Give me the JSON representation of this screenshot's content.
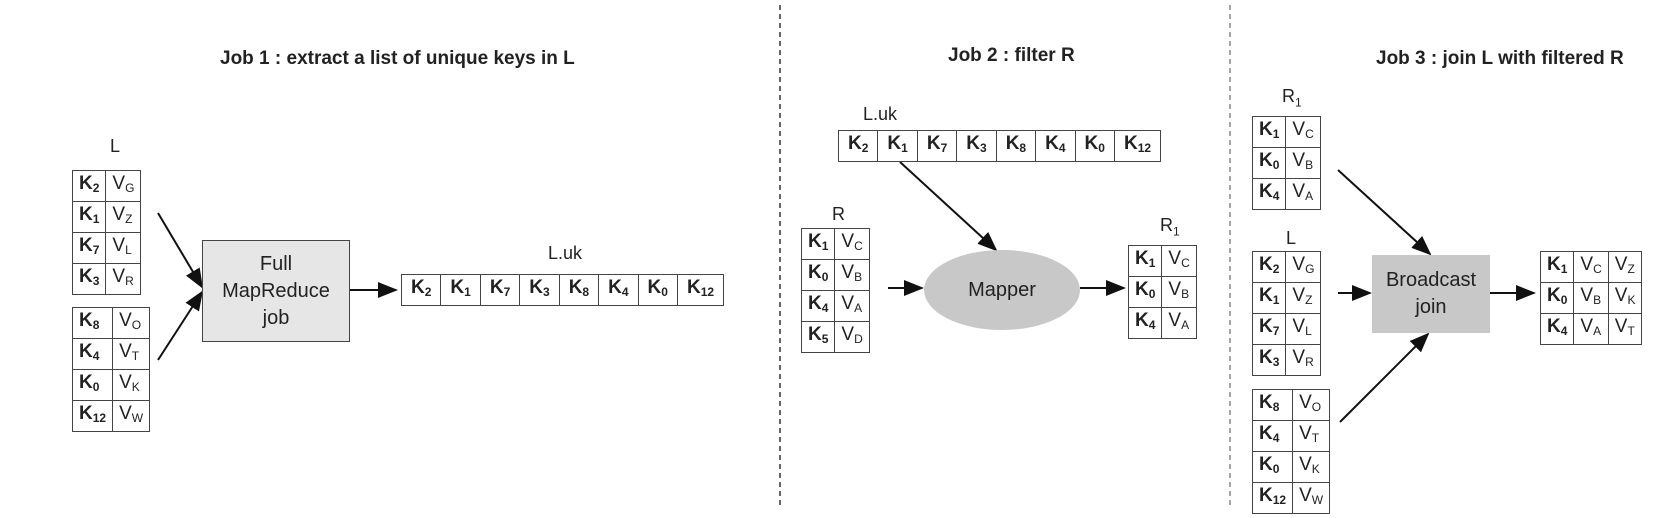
{
  "job1": {
    "title": "Job 1 : extract a list of unique keys in L",
    "table_L_label": "L",
    "table_L_top": [
      [
        "K",
        "2",
        "V",
        "G"
      ],
      [
        "K",
        "1",
        "V",
        "Z"
      ],
      [
        "K",
        "7",
        "V",
        "L"
      ],
      [
        "K",
        "3",
        "V",
        "R"
      ]
    ],
    "table_L_bottom": [
      [
        "K",
        "8",
        "V",
        "O"
      ],
      [
        "K",
        "4",
        "V",
        "T"
      ],
      [
        "K",
        "0",
        "V",
        "K"
      ],
      [
        "K",
        "12",
        "V",
        "W"
      ]
    ],
    "process_label": "Full MapReduce job",
    "luk_label": "L.uk",
    "luk": [
      [
        "K",
        "2"
      ],
      [
        "K",
        "1"
      ],
      [
        "K",
        "7"
      ],
      [
        "K",
        "3"
      ],
      [
        "K",
        "8"
      ],
      [
        "K",
        "4"
      ],
      [
        "K",
        "0"
      ],
      [
        "K",
        "12"
      ]
    ]
  },
  "job2": {
    "title": "Job 2 : filter R",
    "luk_label": "L.uk",
    "luk": [
      [
        "K",
        "2"
      ],
      [
        "K",
        "1"
      ],
      [
        "K",
        "7"
      ],
      [
        "K",
        "3"
      ],
      [
        "K",
        "8"
      ],
      [
        "K",
        "4"
      ],
      [
        "K",
        "0"
      ],
      [
        "K",
        "12"
      ]
    ],
    "table_R_label": "R",
    "table_R": [
      [
        "K",
        "1",
        "V",
        "C"
      ],
      [
        "K",
        "0",
        "V",
        "B"
      ],
      [
        "K",
        "4",
        "V",
        "A"
      ],
      [
        "K",
        "5",
        "V",
        "D"
      ]
    ],
    "process_label": "Mapper",
    "table_R1_label": "R",
    "table_R1_label_sub": "1",
    "table_R1": [
      [
        "K",
        "1",
        "V",
        "C"
      ],
      [
        "K",
        "0",
        "V",
        "B"
      ],
      [
        "K",
        "4",
        "V",
        "A"
      ]
    ]
  },
  "job3": {
    "title": "Job 3 : join L with filtered R",
    "table_R1_label": "R",
    "table_R1_label_sub": "1",
    "table_R1": [
      [
        "K",
        "1",
        "V",
        "C"
      ],
      [
        "K",
        "0",
        "V",
        "B"
      ],
      [
        "K",
        "4",
        "V",
        "A"
      ]
    ],
    "table_L_label": "L",
    "table_L_top": [
      [
        "K",
        "2",
        "V",
        "G"
      ],
      [
        "K",
        "1",
        "V",
        "Z"
      ],
      [
        "K",
        "7",
        "V",
        "L"
      ],
      [
        "K",
        "3",
        "V",
        "R"
      ]
    ],
    "table_L_bottom": [
      [
        "K",
        "8",
        "V",
        "O"
      ],
      [
        "K",
        "4",
        "V",
        "T"
      ],
      [
        "K",
        "0",
        "V",
        "K"
      ],
      [
        "K",
        "12",
        "V",
        "W"
      ]
    ],
    "process_label": "Broadcast join",
    "result": [
      [
        "K",
        "1",
        "V",
        "C",
        "V",
        "Z"
      ],
      [
        "K",
        "0",
        "V",
        "B",
        "V",
        "K"
      ],
      [
        "K",
        "4",
        "V",
        "A",
        "V",
        "T"
      ]
    ]
  }
}
